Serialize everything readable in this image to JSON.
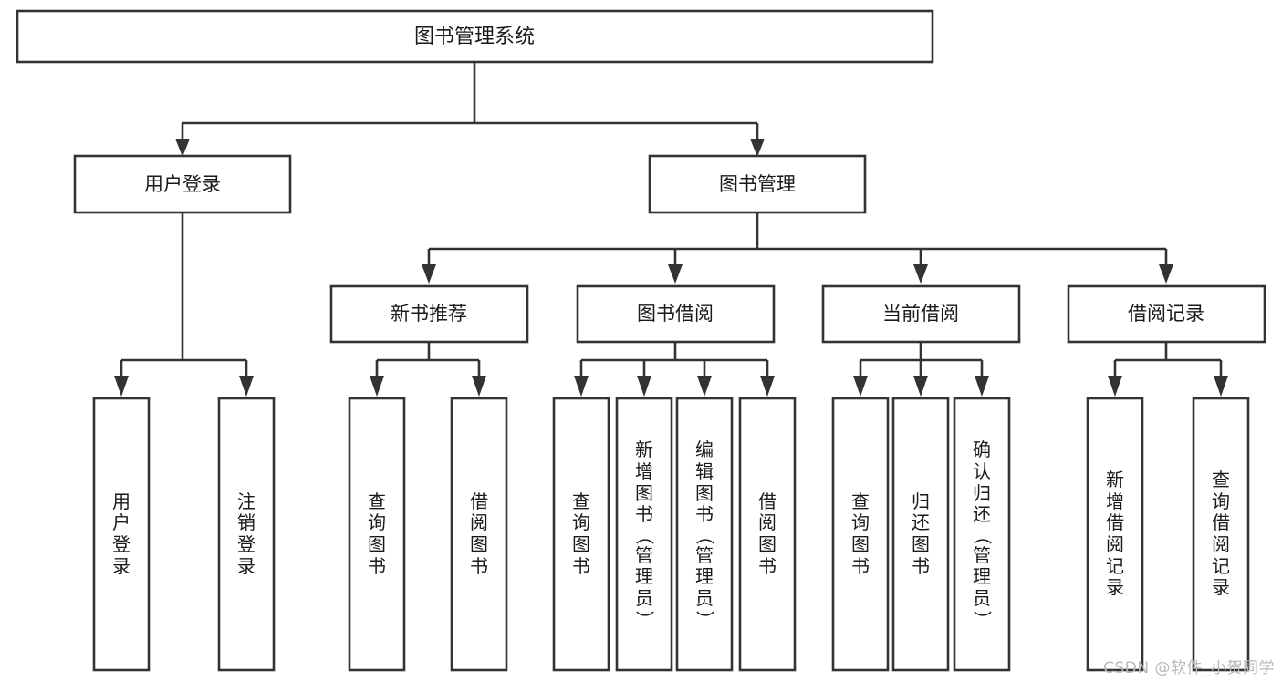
{
  "diagram": {
    "title": "图书管理系统",
    "type": "tree-hierarchy",
    "watermark": "CSDN @软件_小贺同学",
    "colors": {
      "background": "#ffffff",
      "box_fill": "#ffffff",
      "stroke": "#333333",
      "text": "#1a1a1a",
      "watermark": "#b9b9b9"
    },
    "root": {
      "label": "图书管理系统"
    },
    "level2": [
      {
        "label": "用户登录"
      },
      {
        "label": "图书管理"
      }
    ],
    "level3": [
      {
        "label": "新书推荐"
      },
      {
        "label": "图书借阅"
      },
      {
        "label": "当前借阅"
      },
      {
        "label": "借阅记录"
      }
    ],
    "leaves": {
      "user_login": [
        {
          "label": "用户登录"
        },
        {
          "label": "注销登录"
        }
      ],
      "new_book_recommend": [
        {
          "label": "查询图书"
        },
        {
          "label": "借阅图书"
        }
      ],
      "book_borrow": [
        {
          "label": "查询图书"
        },
        {
          "label": "新增图书（管理员）"
        },
        {
          "label": "编辑图书（管理员）"
        },
        {
          "label": "借阅图书"
        }
      ],
      "current_borrow": [
        {
          "label": "查询图书"
        },
        {
          "label": "归还图书"
        },
        {
          "label": "确认归还（管理员）"
        }
      ],
      "borrow_record": [
        {
          "label": "新增借阅记录"
        },
        {
          "label": "查询借阅记录"
        }
      ]
    }
  }
}
